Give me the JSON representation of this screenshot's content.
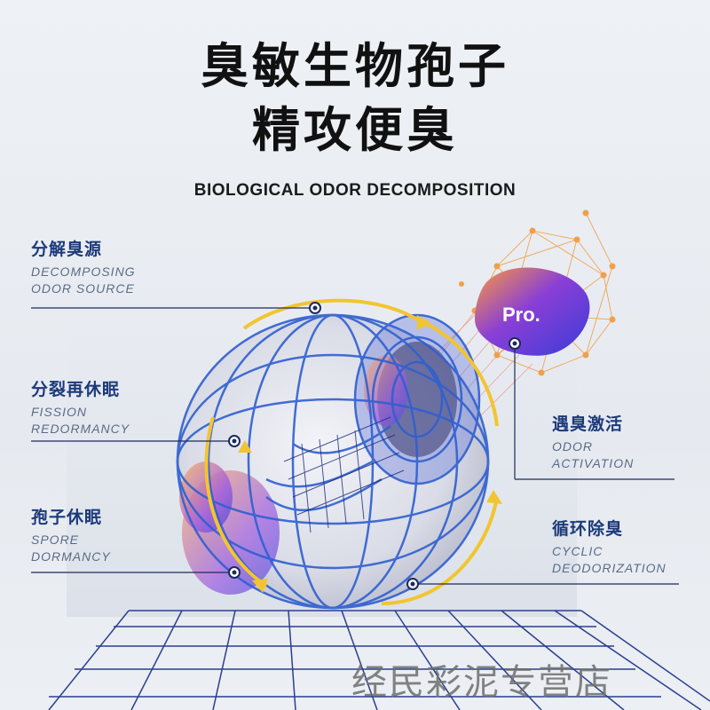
{
  "title_line1": "臭敏生物孢子",
  "title_line2": "精攻便臭",
  "subtitle": "BIOLOGICAL ODOR DECOMPOSITION",
  "labels": {
    "decompose": {
      "zh": "分解臭源",
      "en1": "DECOMPOSING",
      "en2": "ODOR SOURCE"
    },
    "fission": {
      "zh": "分裂再休眠",
      "en1": "FISSION",
      "en2": "REDORMANCY"
    },
    "spore": {
      "zh": "孢子休眠",
      "en1": "SPORE",
      "en2": "DORMANCY"
    },
    "activation": {
      "zh": "遇臭激活",
      "en1": "ODOR",
      "en2": "ACTIVATION"
    },
    "cyclic": {
      "zh": "循环除臭",
      "en1": "CYCLIC",
      "en2": "DEODORIZATION"
    }
  },
  "pro_badge": "Pro.",
  "watermark": "经民彩泥专营店",
  "colors": {
    "title": "#111111",
    "label_zh": "#1d3a7a",
    "label_en": "#5b6b86",
    "wire_blue": "#2f5fd0",
    "ring_yellow": "#f2c530",
    "node_orange": "#f0a04a",
    "grid_line": "#2a3f8f"
  }
}
